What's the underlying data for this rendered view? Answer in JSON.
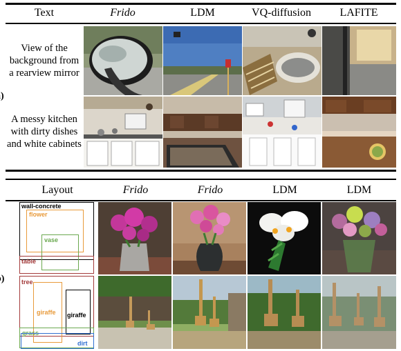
{
  "part_a": {
    "label": "a)",
    "headers": [
      "Text",
      "Frido",
      "LDM",
      "VQ-diffusion",
      "LAFITE"
    ],
    "rows": [
      {
        "caption": "View of the background from a rearview mirror"
      },
      {
        "caption": "A messy kitchen with dirty dishes and white cabinets"
      }
    ]
  },
  "part_b": {
    "label": "b)",
    "headers": [
      "Layout",
      "Frido",
      "Frido",
      "LDM",
      "LDM"
    ],
    "layouts": [
      {
        "labels": {
          "wall": "wall-concrete",
          "flower": "flower",
          "vase": "vase",
          "table": "table"
        }
      },
      {
        "labels": {
          "tree": "tree",
          "giraffe1": "giraffe",
          "giraffe2": "giraffe",
          "grass": "grass",
          "dirt": "dirt"
        }
      }
    ]
  },
  "colors": {
    "wall": "#000000",
    "flower": "#e89a3a",
    "vase": "#6aa84f",
    "table": "#a33a3a",
    "tree": "#a33a3a",
    "giraffe1": "#e89a3a",
    "giraffe2": "#000000",
    "grass": "#6aa84f",
    "dirt": "#2f6fd0"
  }
}
